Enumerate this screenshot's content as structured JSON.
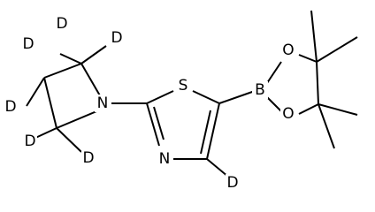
{
  "structure": {
    "atoms": {
      "D1": "D",
      "D2": "D",
      "D3": "D",
      "D4": "D",
      "D5": "D",
      "D6": "D",
      "D7": "D",
      "N_azetidine": "N",
      "S_thiazole": "S",
      "N_thiazole": "N",
      "B": "B",
      "O_upper": "O",
      "O_lower": "O"
    }
  }
}
